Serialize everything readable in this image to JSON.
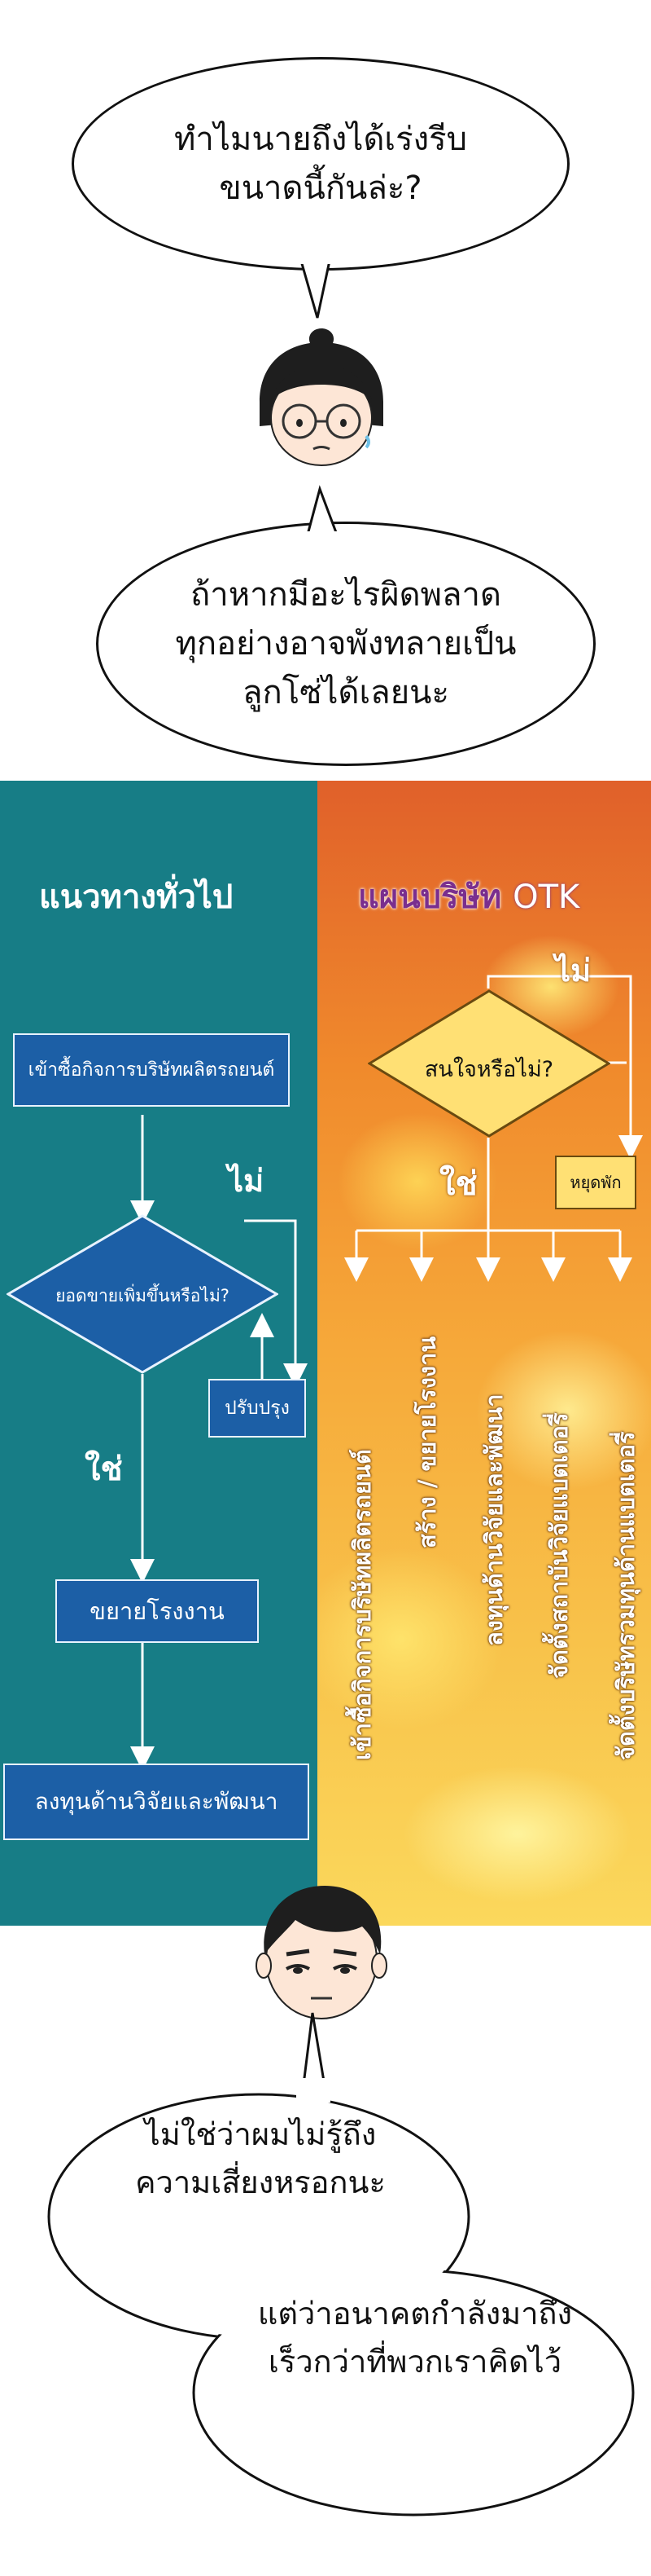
{
  "bubble1": {
    "line1": "ทำไมนายถึงได้เร่งรีบ",
    "line2": "ขนาดนี้กันล่ะ?"
  },
  "bubble2": {
    "line1": "ถ้าหากมีอะไรผิดพลาด",
    "line2": "ทุกอย่างอาจพังทลายเป็น",
    "line3": "ลูกโซ่ได้เลยนะ"
  },
  "left_flow": {
    "title": "แนวทางทั่วไป",
    "step1": "เข้าซื้อกิจการบริษัทผลิตรถยนต์",
    "decision": "ยอดขายเพิ่มขึ้นหรือไม่?",
    "no_label": "ไม่",
    "improve": "ปรับปรุง",
    "yes_label": "ใช่",
    "step2": "ขยายโรงงาน",
    "step3": "ลงทุนด้านวิจัยและพัฒนา"
  },
  "right_flow": {
    "title_prefix": "แผนบริษัท",
    "title_brand": "OTK",
    "no_label": "ไม่",
    "decision": "สนใจหรือไม่?",
    "stop": "หยุดพัก",
    "yes_label": "ใช่",
    "actions": [
      "เข้าซื้อกิจการบริษัทผลิตรถยนต์",
      "สร้าง / ขยายโรงงาน",
      "ลงทุนด้านวิจัยและพัฒนา",
      "จัดตั้งสถาบันวิจัยแบตเตอรี่",
      "จัดตั้งบริษัทรวมทุนด้านแบตเตอรี่"
    ]
  },
  "bubble3": {
    "line1": "ไม่ใช่ว่าผมไม่รู้ถึง",
    "line2": "ความเสี่ยงหรอกนะ",
    "line3": "แต่ว่าอนาคตกำลังมาถึง",
    "line4": "เร็วกว่าที่พวกเราคิดไว้"
  },
  "colors": {
    "teal_panel": "#177d86",
    "flow_box": "#1c5fa6",
    "yellow_box": "#ffe074",
    "brand_purple": "#7a2e8e"
  }
}
